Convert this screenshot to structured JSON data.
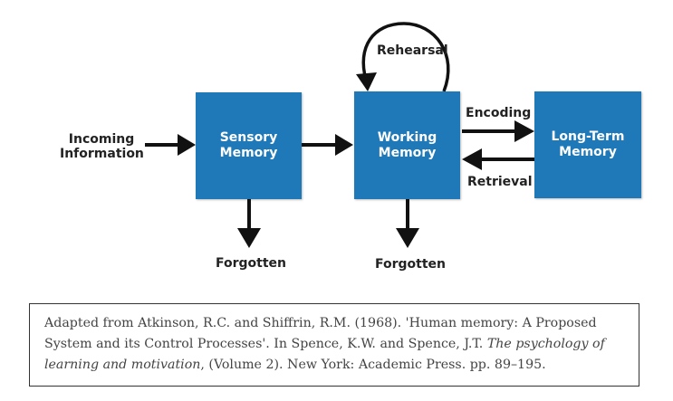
{
  "diagram": {
    "colors": {
      "box_fill": "#1f78b8",
      "box_text": "#ffffff",
      "arrow": "#111111",
      "label": "#222222"
    },
    "incoming": "Incoming\nInformation",
    "sensory": "Sensory\nMemory",
    "working": "Working\nMemory",
    "longterm": "Long-Term\nMemory",
    "rehearsal": "Rehearsal",
    "encoding": "Encoding",
    "retrieval": "Retrieval",
    "forgotten_sensory": "Forgotten",
    "forgotten_working": "Forgotten"
  },
  "caption": {
    "lead": "Adapted from Atkinson, R.C. and Shiffrin, R.M. (1968). 'Human memory: A Proposed System and its Control Processes'. In Spence, K.W. and Spence, J.T. ",
    "book_title": "The psychology of learning and motivation",
    "tail": ", (Volume 2). New York: Academic Press. pp. 89–195."
  }
}
